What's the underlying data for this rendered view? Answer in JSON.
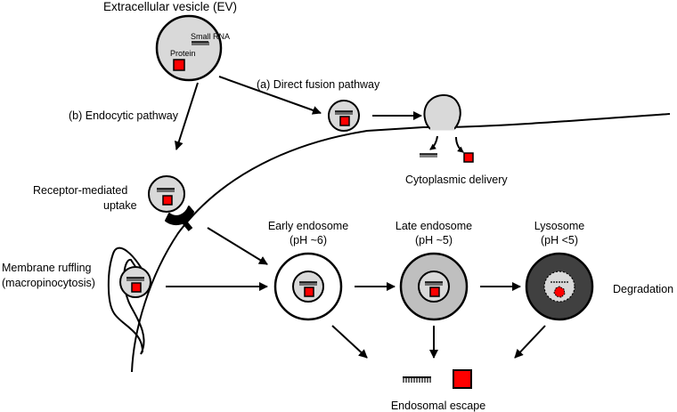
{
  "labels": {
    "ev_title": "Extracellular vesicle (EV)",
    "small_rna": "Small RNA",
    "protein": "Protein",
    "direct_fusion": "(a) Direct fusion pathway",
    "endocytic": "(b) Endocytic pathway",
    "cytoplasmic_delivery": "Cytoplasmic delivery",
    "receptor_line1": "Receptor-mediated",
    "receptor_line2": "uptake",
    "ruffling_line1": "Membrane ruffling",
    "ruffling_line2": "(macropinocytosis)",
    "early_line1": "Early endosome",
    "early_line2": "(pH ~6)",
    "late_line1": "Late endosome",
    "late_line2": "(pH ~5)",
    "lysosome_line1": "Lysosome",
    "lysosome_line2": "(pH <5)",
    "degradation": "Degradation",
    "escape": "Endosomal escape"
  },
  "colors": {
    "vesicle_fill": "#d9d9d9",
    "cargo_protein": "#ff0000",
    "late_endosome": "#bfbfbf",
    "lysosome": "#404040",
    "outline": "#000000"
  },
  "icons": [
    "rna-comb-icon",
    "protein-square-icon",
    "receptor-icon",
    "arrow-icon"
  ]
}
